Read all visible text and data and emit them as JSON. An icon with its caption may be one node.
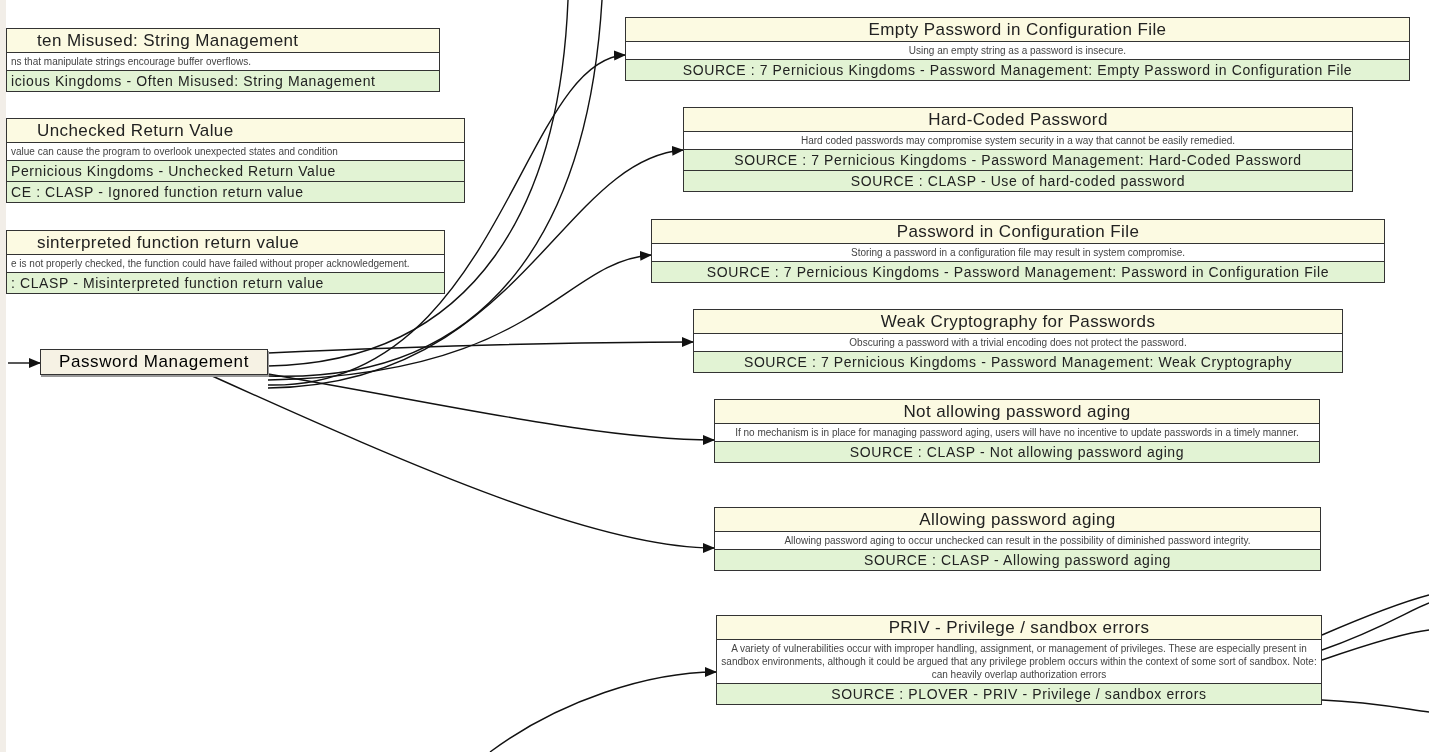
{
  "diagram": {
    "nodes": [
      {
        "text": [
          "ten Misused: String Management",
          "ns that manipulate strings encourage buffer overflows.",
          "icious Kingdoms - Often Misused: String Management"
        ]
      },
      {
        "text": [
          "Unchecked Return Value",
          "value can cause the program to overlook unexpected states and condition",
          "Pernicious Kingdoms - Unchecked Return Value",
          "CE : CLASP - Ignored function return value"
        ]
      },
      {
        "text": [
          "sinterpreted function return value",
          "e is not properly checked, the function could have failed without proper acknowledgement.",
          ": CLASP - Misinterpreted function return value"
        ]
      },
      {
        "text": [
          "Password Management"
        ]
      },
      {
        "text": [
          "Empty Password in Configuration File",
          "Using an empty string as a password is insecure.",
          "SOURCE : 7 Pernicious Kingdoms - Password Management: Empty Password in Configuration File"
        ]
      },
      {
        "text": [
          "Hard-Coded Password",
          "Hard coded passwords may compromise system security in a way that cannot be easily remedied.",
          "SOURCE : 7 Pernicious Kingdoms - Password Management: Hard-Coded Password",
          "SOURCE : CLASP - Use of hard-coded password"
        ]
      },
      {
        "text": [
          "Password in Configuration File",
          "Storing a password in a configuration file may result in system compromise.",
          "SOURCE : 7 Pernicious Kingdoms - Password Management: Password in Configuration File"
        ]
      },
      {
        "text": [
          "Weak Cryptography for Passwords",
          "Obscuring a password with a trivial encoding does not protect the password.",
          "SOURCE : 7 Pernicious Kingdoms - Password Management: Weak Cryptography"
        ]
      },
      {
        "text": [
          "Not allowing password aging",
          "If no mechanism is in place for managing password aging, users will have no incentive to update passwords in a timely manner.",
          "SOURCE : CLASP - Not allowing password aging"
        ]
      },
      {
        "text": [
          "Allowing password aging",
          "Allowing password aging to occur unchecked can result in the possibility of diminished password integrity.",
          "SOURCE : CLASP - Allowing password aging"
        ]
      },
      {
        "text": [
          "PRIV - Privilege / sandbox errors",
          "A variety of vulnerabilities occur with improper handling, assignment, or management of privileges. These are especially present in sandbox environments, although it could be argued that any privilege problem occurs within the context of some sort of sandbox. Note: can heavily overlap authorization errors",
          "SOURCE : PLOVER - PRIV - Privilege / sandbox errors"
        ]
      }
    ],
    "edges": [
      {
        "from": null,
        "to": 3,
        "arrow": "to"
      },
      {
        "from": 3,
        "to": 4,
        "arrow": "to"
      },
      {
        "from": 3,
        "to": 5,
        "arrow": "to"
      },
      {
        "from": 3,
        "to": 6,
        "arrow": "to"
      },
      {
        "from": 3,
        "to": 7,
        "arrow": "to"
      },
      {
        "from": 3,
        "to": 8,
        "arrow": "to"
      },
      {
        "from": 3,
        "to": 9,
        "arrow": "to"
      },
      {
        "from": 3,
        "to": null,
        "arrow": "none"
      },
      {
        "from": 3,
        "to": null,
        "arrow": "none"
      },
      {
        "from": null,
        "to": 10,
        "arrow": "to"
      },
      {
        "from": 10,
        "to": null,
        "arrow": "none"
      },
      {
        "from": 10,
        "to": null,
        "arrow": "none"
      },
      {
        "from": 10,
        "to": null,
        "arrow": "none"
      },
      {
        "from": 10,
        "to": null,
        "arrow": "none"
      }
    ]
  }
}
